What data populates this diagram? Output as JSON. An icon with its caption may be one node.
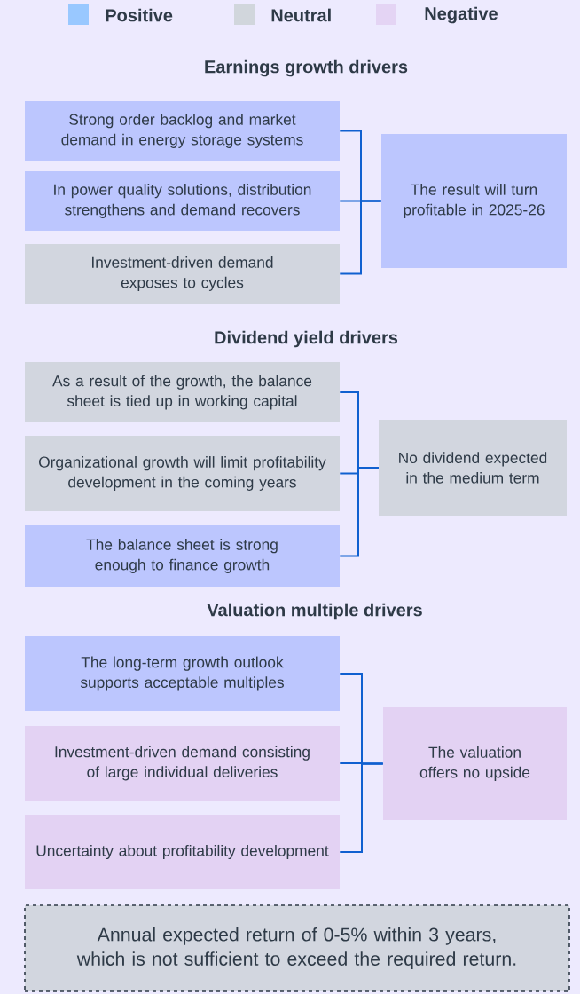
{
  "diagram": {
    "nodes": [
      {
        "text": [
          "Strong order backlog and market demand in energy storage systems"
        ]
      },
      {
        "text": [
          "In power quality solutions, distribution strengthens and demand recovers"
        ]
      },
      {
        "text": [
          "Investment-driven demand exposes to cycles"
        ]
      },
      {
        "text": [
          "The result will turn profitable in 2025-26"
        ]
      },
      {
        "text": [
          "As a result of the growth, the balance sheet is tied up in working capital"
        ]
      },
      {
        "text": [
          "Organizational growth will limit profitability development in the coming years"
        ]
      },
      {
        "text": [
          "The balance sheet is strong enough to finance growth"
        ]
      },
      {
        "text": [
          "No dividend expected in the medium term"
        ]
      },
      {
        "text": [
          "The long-term growth outlook supports acceptable multiples"
        ]
      },
      {
        "text": [
          "Investment-driven demand consisting of large individual deliveries"
        ]
      },
      {
        "text": [
          "Uncertainty about profitability development"
        ]
      },
      {
        "text": [
          "The valuation offers no upside"
        ]
      },
      {
        "text": [
          "Annual expected return of 0-5% within 3 years, which is not sufficient to exceed the required return."
        ]
      }
    ],
    "edges": [
      {
        "from": 0,
        "to": 3,
        "arrow": "none"
      },
      {
        "from": 1,
        "to": 3,
        "arrow": "none"
      },
      {
        "from": 2,
        "to": 3,
        "arrow": "none"
      },
      {
        "from": 4,
        "to": 7,
        "arrow": "none"
      },
      {
        "from": 5,
        "to": 7,
        "arrow": "none"
      },
      {
        "from": 6,
        "to": 7,
        "arrow": "none"
      },
      {
        "from": 8,
        "to": 11,
        "arrow": "none"
      },
      {
        "from": 9,
        "to": 11,
        "arrow": "none"
      },
      {
        "from": 10,
        "to": 11,
        "arrow": "none"
      }
    ],
    "labels": [
      "Earnings growth drivers",
      "Dividend yield drivers",
      "Valuation multiple drivers"
    ],
    "legend": [
      {
        "text": "Positive",
        "color": "#99c8ff"
      },
      {
        "text": "Neutral",
        "color": "#d1d6dc"
      },
      {
        "text": "Negative",
        "color": "#e4d4f4"
      }
    ]
  }
}
